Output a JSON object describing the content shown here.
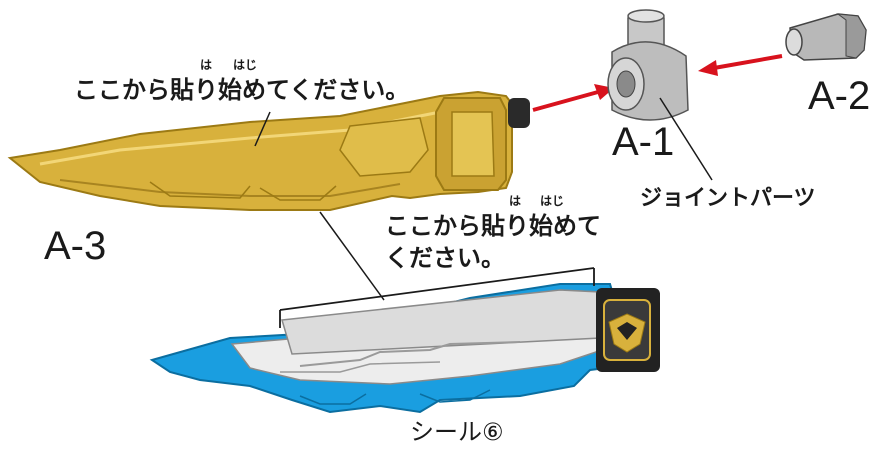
{
  "labels": {
    "instruction_top": "ここから貼り始めてください。",
    "furigana_ha": "は",
    "furigana_haji": "はじ",
    "instruction_mid_line1": "ここから貼り始めて",
    "instruction_mid_line2": "ください。",
    "joint_parts": "ジョイントパーツ",
    "seal": "シール⑥"
  },
  "parts": {
    "a1": "A-1",
    "a2": "A-2",
    "a3": "A-3"
  },
  "colors": {
    "gold": "#d8b13c",
    "gold_dark": "#9c7a14",
    "gray_part": "#c8c8c8",
    "arrow_red": "#d8121d",
    "blue": "#1a9ee0",
    "sticker_light": "#ededed",
    "dark_part": "#222222"
  },
  "icons": {
    "emblem": "rider-emblem-icon"
  }
}
